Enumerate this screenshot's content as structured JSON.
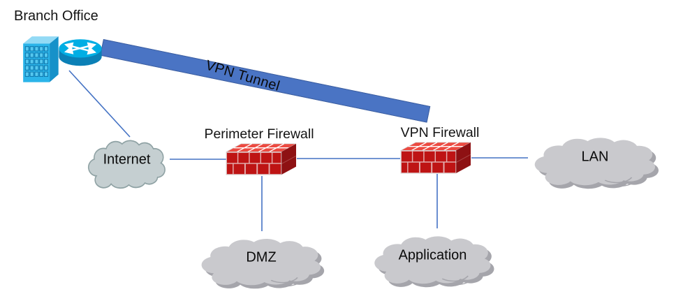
{
  "diagram": {
    "type": "network-topology",
    "nodes": {
      "branch_office": {
        "label": "Branch Office",
        "kind": "site (office building + router)"
      },
      "vpn_tunnel": {
        "label": "VPN Tunnel",
        "kind": "tunnel-bar"
      },
      "internet": {
        "label": "Internet",
        "kind": "cloud"
      },
      "perimeter_firewall": {
        "label": "Perimeter Firewall",
        "kind": "firewall-brick"
      },
      "vpn_firewall": {
        "label": "VPN Firewall",
        "kind": "firewall-brick"
      },
      "lan": {
        "label": "LAN",
        "kind": "cloud"
      },
      "dmz": {
        "label": "DMZ",
        "kind": "cloud"
      },
      "application": {
        "label": "Application",
        "kind": "cloud"
      }
    },
    "connections": [
      {
        "from": "branch_office",
        "to": "internet"
      },
      {
        "from": "internet",
        "to": "perimeter_firewall"
      },
      {
        "from": "perimeter_firewall",
        "to": "vpn_firewall"
      },
      {
        "from": "vpn_firewall",
        "to": "lan"
      },
      {
        "from": "perimeter_firewall",
        "to": "dmz"
      },
      {
        "from": "vpn_firewall",
        "to": "application"
      },
      {
        "from": "branch_office",
        "to": "vpn_firewall",
        "via": "vpn_tunnel"
      }
    ],
    "colors": {
      "background": "#FFFFFF",
      "connector_blue": "#4472C4",
      "tunnel_fill": "#4A74C4",
      "tunnel_border": "#3D5FA0",
      "firewall_brick_front": "#BE1414",
      "firewall_top": "#EC4A41",
      "firewall_side": "#8E1113",
      "cloud_internet_fill": "#C5CFD1",
      "cloud_internet_stroke": "#8FA2A4",
      "cloud_gray_fill": "#C9C9CD",
      "cloud_gray_shadow": "#A5A5AB",
      "building_front": "#2BB4E9",
      "building_top": "#93DAF5",
      "building_side": "#1691C9",
      "router_top": "#00AEE4",
      "router_side": "#0B80B6",
      "label_text": "#0A0A0A"
    }
  }
}
